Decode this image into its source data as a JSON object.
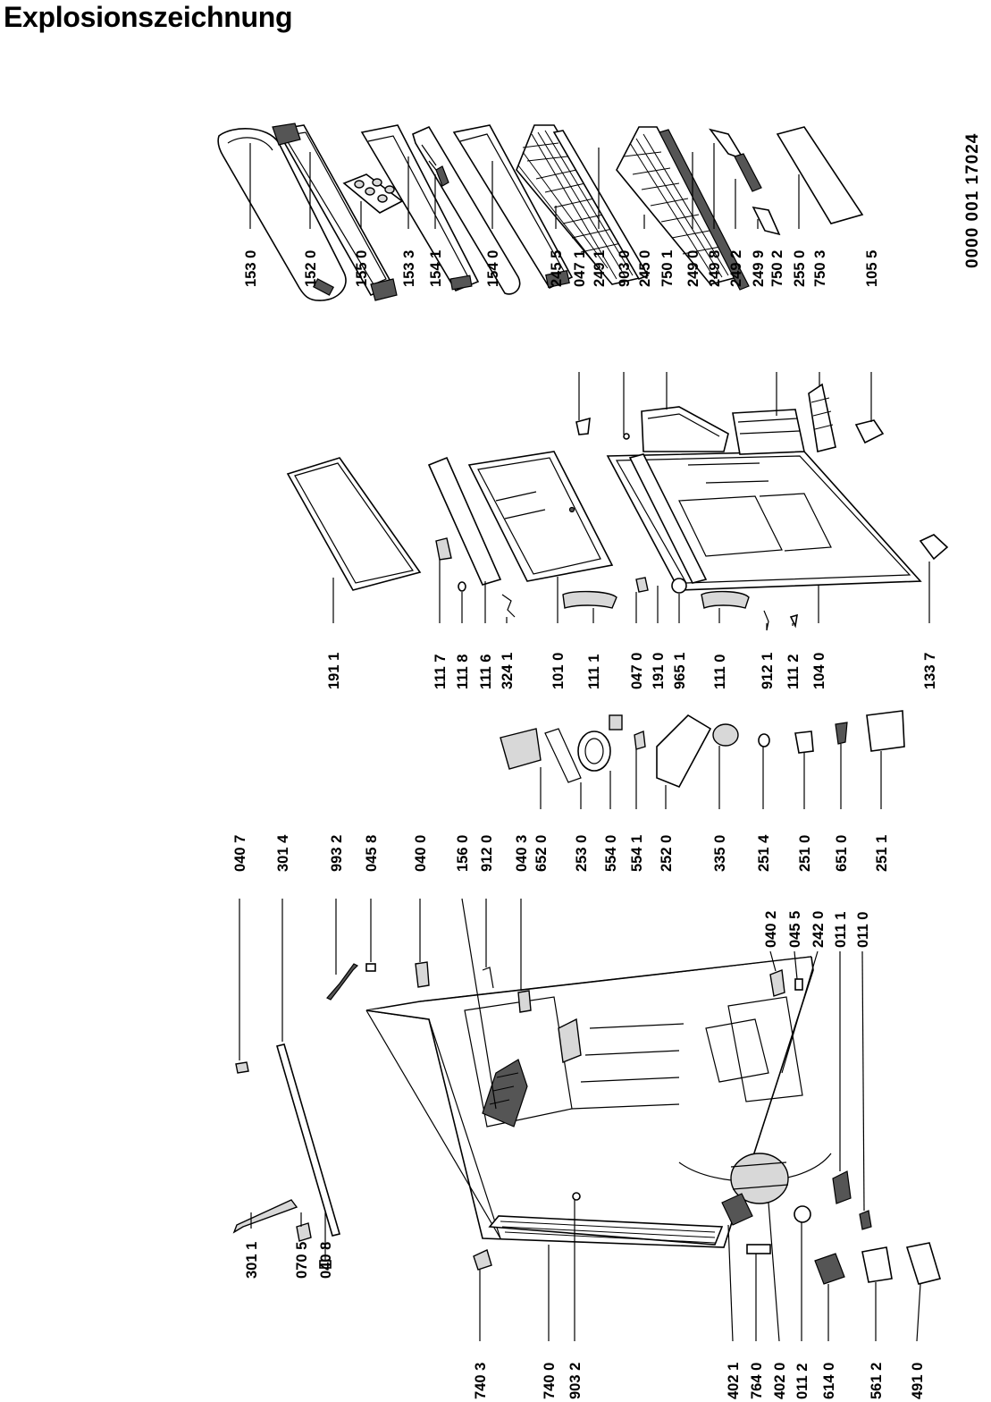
{
  "title": "Explosionszeichnung",
  "document_number": "0000 001 17024",
  "labels": [
    "153 0",
    "152 0",
    "155 0",
    "153 3",
    "154 1",
    "154 0",
    "245 5",
    "047 1",
    "249 1",
    "903 0",
    "245 0",
    "750 1",
    "249 0",
    "249 8",
    "249 2",
    "249 9",
    "750 2",
    "255 0",
    "750 3",
    "105 5",
    "191 1",
    "111 7",
    "111 8",
    "111 6",
    "324 1",
    "101 0",
    "111 1",
    "047 0",
    "191 0",
    "965 1",
    "111 0",
    "912 1",
    "111 2",
    "104 0",
    "133 7",
    "040 7",
    "301 4",
    "993 2",
    "045 8",
    "040 0",
    "156 0",
    "912 0",
    "040 3",
    "652 0",
    "253 0",
    "554 0",
    "554 1",
    "252 0",
    "335 0",
    "251 4",
    "251 0",
    "651 0",
    "251 1",
    "040 2",
    "045 5",
    "242 0",
    "011 1",
    "011 0",
    "301 1",
    "070 5",
    "040 8",
    "740 3",
    "740 0",
    "903 2",
    "402 1",
    "764 0",
    "402 0",
    "011 2",
    "614 0",
    "561 2",
    "491 0"
  ]
}
